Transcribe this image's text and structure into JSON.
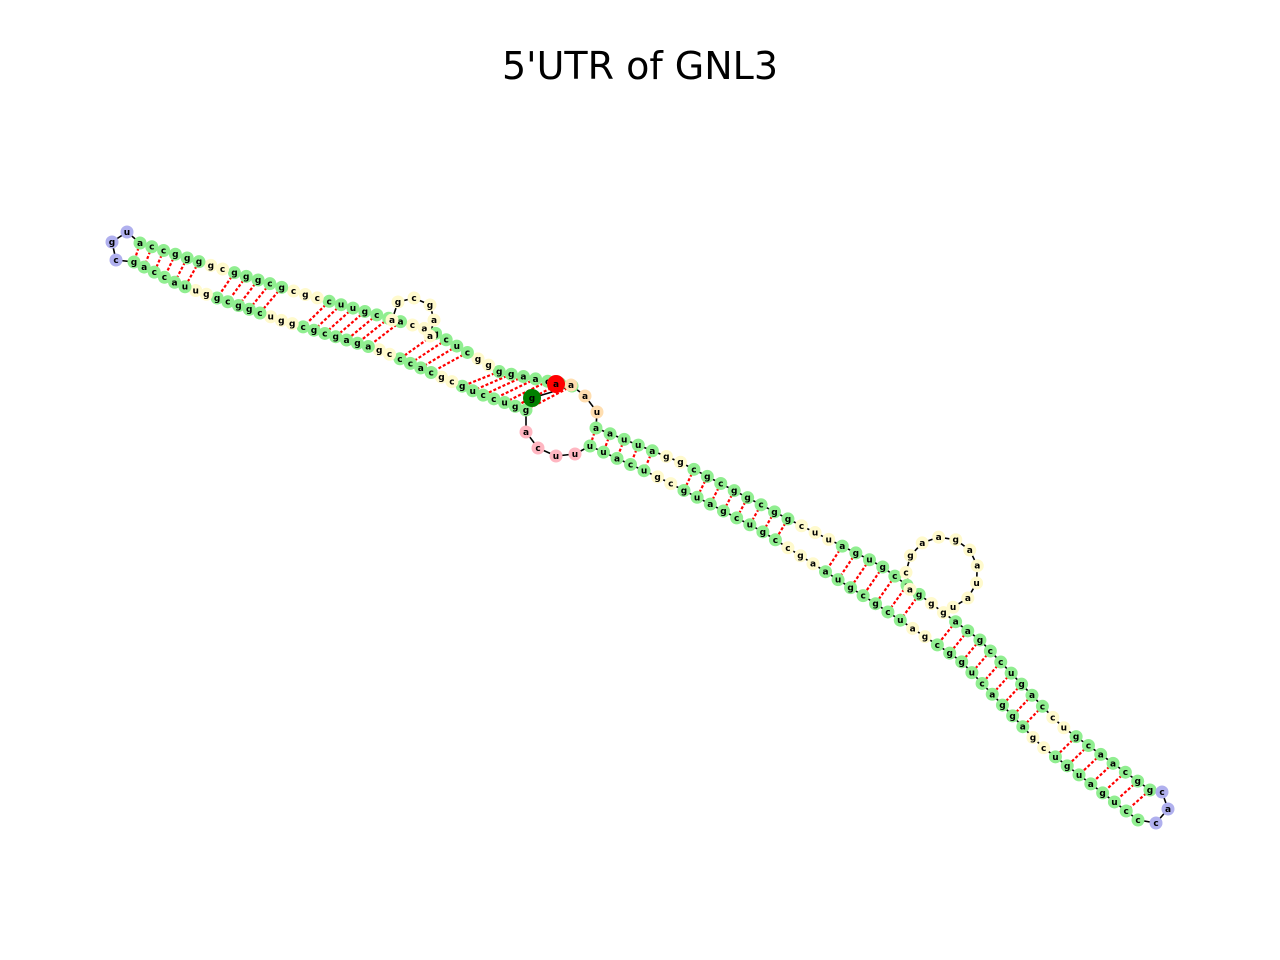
{
  "title": "5'UTR of GNL3",
  "colors": {
    "stem": "#90ee90",
    "unpaired": "#fffacd",
    "hairpin": "#b0b0ee",
    "five_prime": "#ff0000",
    "three_prime": "#008000",
    "external_5": "#ffdeb0",
    "external_3": "#ffb6c1",
    "backbone": "#000000",
    "pair": "#ff0000"
  },
  "structure": {
    "five_prime_label": "a",
    "three_prime_label": "g",
    "upper_arm_top": "cacaaggggcucgacaccguuccgcgcgggcggggcca",
    "upper_arm_bottom": "gguccugcgcacccgagagcgcggucggcgguuaccag",
    "lower_arm_top": "aauuaggcgcggcggcuuagugcagggaagccugaccugcaacgg",
    "lower_arm_bottom": "uuacugcguagcugccgaaugcgcuagcggucaggagcuguagucc"
  }
}
